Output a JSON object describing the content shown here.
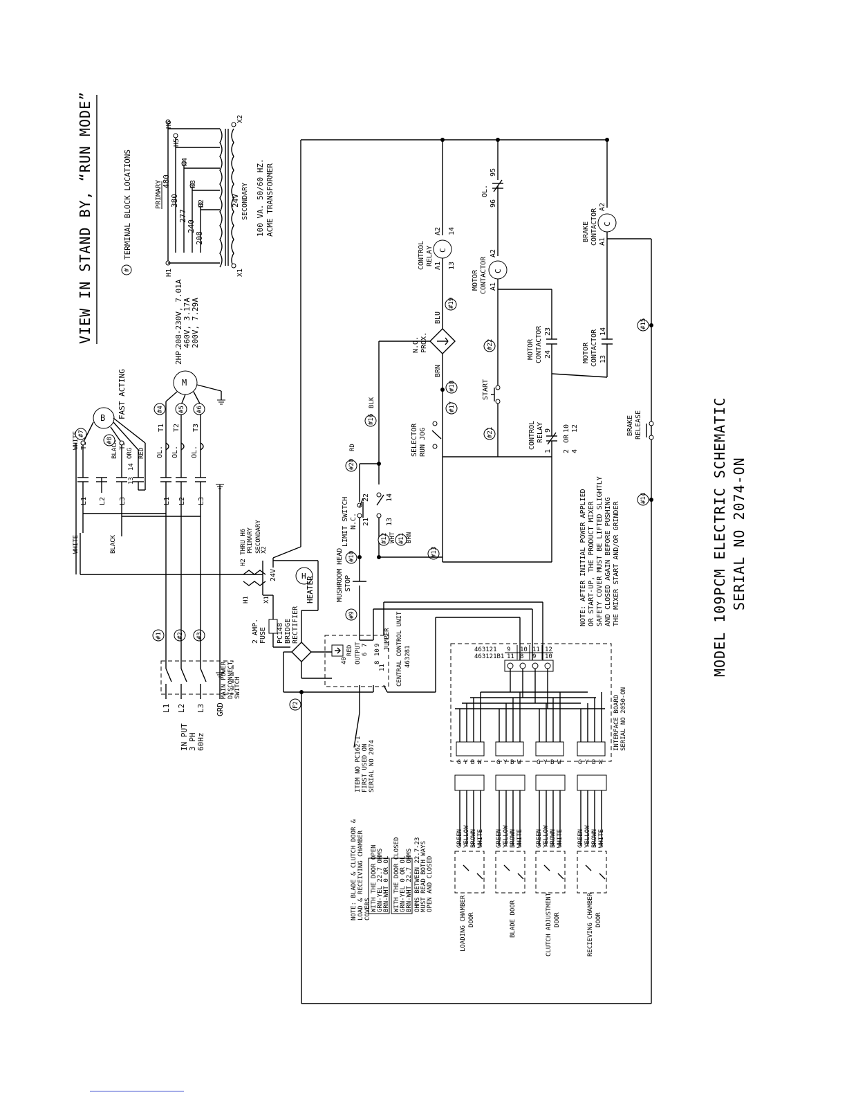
{
  "title_top": "VIEW IN STAND BY, “RUN MODE”",
  "title_main": "MODEL 109PCM ELECTRIC SCHEMATIC",
  "title_serial": "SERIAL NO 2074-ON",
  "legend_terminal": "TERMINAL BLOCK LOCATIONS",
  "legend_symbol": "#",
  "transformer": {
    "primary_label": "PRIMARY",
    "secondary_label": "SECONDARY",
    "taps": [
      "480",
      "380",
      "277",
      "240",
      "208"
    ],
    "terminals": [
      "H1",
      "H2",
      "H3",
      "H4",
      "H5",
      "H6",
      "X1",
      "X2"
    ],
    "secondary_voltage": "24V",
    "rating": "100 VA.  50/60 HZ.",
    "maker": "ACME TRANSFORMER"
  },
  "motor": {
    "hp": "2HP.",
    "spec1": "208-230V, 7.01A",
    "spec2": "460V, 3.17A",
    "spec3": "200V, 7.29A",
    "symbol": "M"
  },
  "brake_motor": {
    "symbol": "B",
    "label": "FAST ACTING",
    "wires": [
      "WHITE",
      "BLACK",
      "ORG",
      "RED"
    ],
    "terms": [
      "T1",
      "T3",
      "13",
      "14"
    ]
  },
  "power": {
    "lines": [
      "L1",
      "L2",
      "L3",
      "GRD"
    ],
    "input": [
      "IN PUT",
      "3 PH",
      "60Hz"
    ],
    "disconnect": [
      "MAIN POWER",
      "DISCONNECT",
      "SWITCH"
    ],
    "overload": [
      "OL.",
      "OL.",
      "OL."
    ],
    "outs": [
      "T1",
      "T2",
      "T3"
    ],
    "wire_white": "WHITE",
    "wire_black": "BLACK"
  },
  "terminals": [
    "#1",
    "#2",
    "#3",
    "#4",
    "#5",
    "#6",
    "#7",
    "#8",
    "#9",
    "#10",
    "#11",
    "#12",
    "#13",
    "#14",
    "#15",
    "#16",
    "#17",
    "#18",
    "#19",
    "#20",
    "#21",
    "#22",
    "F2"
  ],
  "control": {
    "fuse": [
      "2 AMP.",
      "FUSE"
    ],
    "rectifier": [
      "PC148",
      "BRIDGE",
      "RECTIFIER"
    ],
    "heater": "HEATER",
    "heater_symbol": "H",
    "h2_h6": "H2 THRU H6",
    "primary_small": "PRIMARY",
    "secondary_small": "SECONDARY",
    "x1": "X1",
    "x2": "X2",
    "h1": "H1",
    "mushroom": [
      "MUSHROOM HEAD",
      "STOP"
    ],
    "limit_switch": [
      "LIMIT SWITCH",
      "N.C."
    ],
    "limit_terms": [
      "21",
      "22",
      "13",
      "14"
    ],
    "wire_wht": "WHT",
    "wire_brn": "BRN",
    "wire_blk": "BLK",
    "wire_rd": "RD",
    "wire_blu": "BLU",
    "selector": [
      "SELECTOR",
      "RUN  JOG"
    ],
    "prox": [
      "N.O.",
      "PROX."
    ],
    "start": "START",
    "control_relay": [
      "CONTROL",
      "RELAY"
    ],
    "motor_contactor": [
      "MOTOR",
      "CONTACTOR"
    ],
    "brake_contactor": [
      "BRAKE",
      "CONTACTOR"
    ],
    "brake_release": [
      "BRAKE",
      "RELEASE"
    ],
    "coil_symbol": "C",
    "coil_terms": [
      "A1",
      "A2",
      "13",
      "14"
    ],
    "ol_terms": [
      "OL.",
      "95",
      "96"
    ],
    "cr_contacts": [
      "1",
      "9",
      "2",
      "10",
      "4",
      "12",
      "OR"
    ],
    "mc_terms": [
      "23",
      "24",
      "13",
      "14"
    ]
  },
  "ccu": {
    "label": "CENTRAL CONTROL UNIT",
    "code": "463281",
    "output": "OUTPUT",
    "nums": [
      "6",
      "7",
      "40",
      "10",
      "8",
      "9",
      "11"
    ],
    "red": "RED",
    "jumper": "JUMPER"
  },
  "interface": {
    "parts": [
      "463121",
      "463121B1"
    ],
    "cols_a": [
      "9",
      "10",
      "11",
      "12"
    ],
    "cols_b": [
      "11",
      "8",
      "9",
      "10"
    ],
    "label": "INTERFACE BOARD",
    "serial": "SERIAL NO 2050-ON",
    "pins": [
      "G",
      "Y",
      "B",
      "W"
    ]
  },
  "item_note": [
    "ITEM NO PC162-1",
    "FIRST USED ON",
    "SERIAL NO 2074"
  ],
  "note_main": [
    "NOTE: AFTER INITIAL POWER APPLIED",
    "OR START-UP, THE PRODUCT MIXER",
    "SAFETY COVER MUST BE LIFTED SLIGHTLY",
    "AND CLOSED AGAIN BEFORE PUSHING",
    "THE MIXER START AND/OR GRINDER"
  ],
  "note_doors": {
    "head": [
      "NOTE: BLADE & CLUTCH DOOR &",
      "LOAD & RECEIVING CHAMBER",
      "COVERS"
    ],
    "open": [
      "WITH THE DOOR OPEN",
      "GRN-YEL 22.7 OHMS",
      "BRN-WHT 0 OR OL"
    ],
    "closed": [
      "WITH THE DOOR CLOSED",
      "GRN-YEL 0 OR OL",
      "BRN-WHT 22.7 OHMS"
    ],
    "ohms": [
      "OHMS BETWEEN 22.7-23",
      "MUST READ BOTH WAYS",
      "OPEN AND CLOSED"
    ]
  },
  "wire_colors": [
    "GREEN",
    "YELLOW",
    "BROWN",
    "WHITE"
  ],
  "doors": [
    [
      "LOADING CHAMBER",
      "DOOR"
    ],
    [
      "BLADE DOOR"
    ],
    [
      "CLUTCH ADJUSTMENT",
      "DOOR"
    ],
    [
      "RECIEVING CHAMBER",
      "DOOR"
    ]
  ]
}
